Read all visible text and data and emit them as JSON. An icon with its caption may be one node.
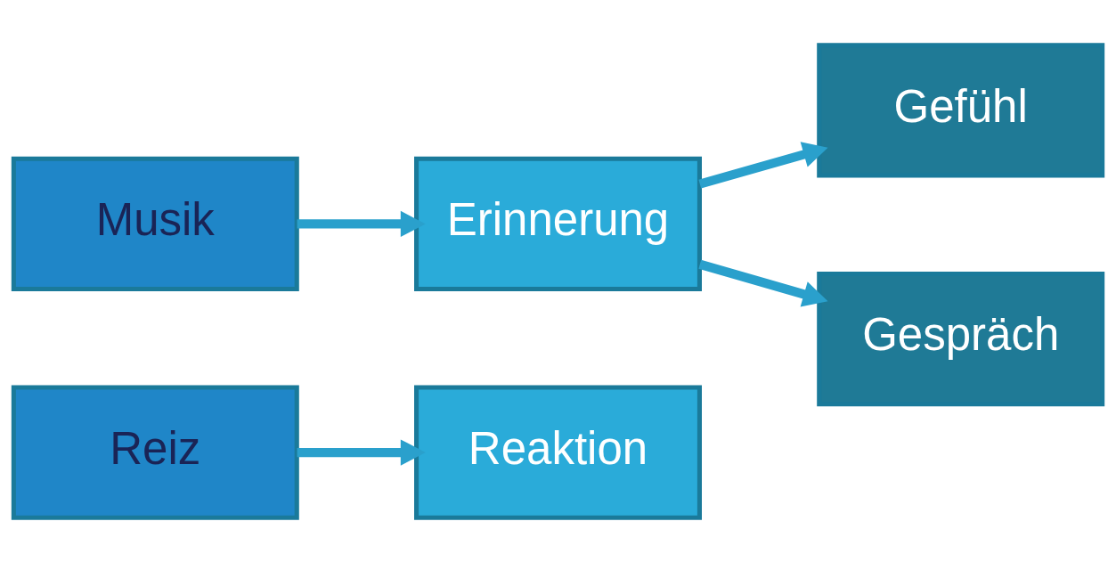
{
  "diagram": {
    "nodes": [
      {
        "text": [
          "Reiz"
        ]
      },
      {
        "text": [
          "Reaktion"
        ]
      },
      {
        "text": [
          "Musik"
        ]
      },
      {
        "text": [
          "Erinnerung"
        ]
      },
      {
        "text": [
          "Gefühl"
        ]
      },
      {
        "text": [
          "Gespräch"
        ]
      }
    ],
    "edges": [
      {
        "from": 0,
        "to": 1,
        "arrow": "to"
      },
      {
        "from": 2,
        "to": 3,
        "arrow": "to"
      },
      {
        "from": 3,
        "to": 4,
        "arrow": "to"
      },
      {
        "from": 3,
        "to": 5,
        "arrow": "to"
      }
    ]
  }
}
